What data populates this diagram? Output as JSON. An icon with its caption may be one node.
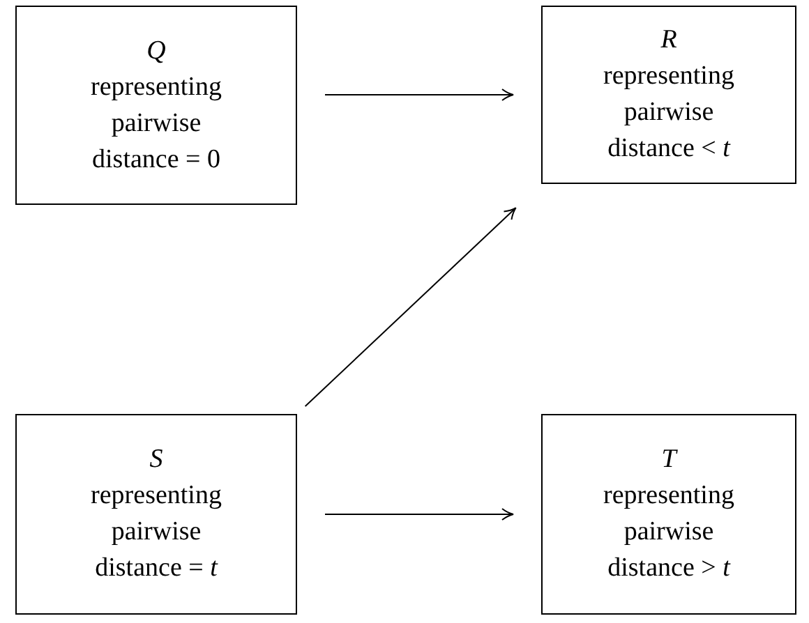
{
  "diagram": {
    "nodes": [
      {
        "text": [
          "Q",
          "representing pairwise distance = 0"
        ]
      },
      {
        "text": [
          "R",
          "representing pairwise distance < *t*"
        ]
      },
      {
        "text": [
          "S",
          "representing pairwise distance = *t*"
        ]
      },
      {
        "text": [
          "T",
          "representing pairwise distance > *t*"
        ]
      }
    ],
    "edges": [
      {
        "from": 0,
        "to": 1,
        "arrow": "to"
      },
      {
        "from": 2,
        "to": 1,
        "arrow": "to"
      },
      {
        "from": 2,
        "to": 3,
        "arrow": "to"
      }
    ]
  }
}
